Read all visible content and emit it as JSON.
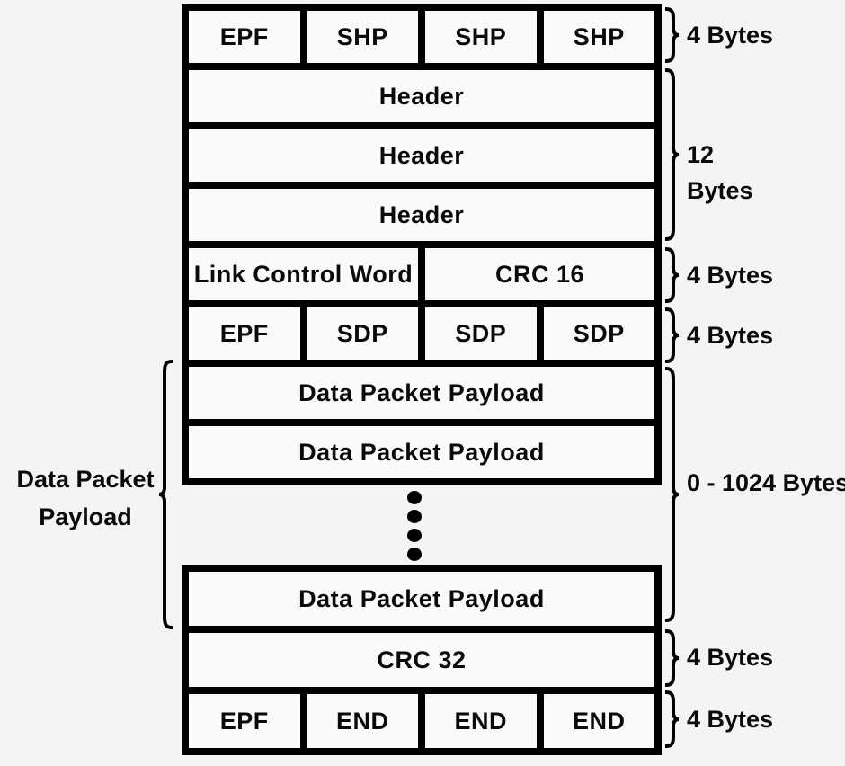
{
  "diagram": {
    "upper_rows": [
      {
        "cells": [
          "EPF",
          "SHP",
          "SHP",
          "SHP"
        ]
      },
      {
        "cells": [
          "Header"
        ]
      },
      {
        "cells": [
          "Header"
        ]
      },
      {
        "cells": [
          "Header"
        ]
      },
      {
        "cells": [
          "Link Control Word",
          "CRC 16"
        ]
      },
      {
        "cells": [
          "EPF",
          "SDP",
          "SDP",
          "SDP"
        ]
      },
      {
        "cells": [
          "Data Packet Payload"
        ]
      },
      {
        "cells": [
          "Data Packet Payload"
        ]
      }
    ],
    "lower_rows": [
      {
        "cells": [
          "Data Packet Payload"
        ]
      },
      {
        "cells": [
          "CRC 32"
        ]
      },
      {
        "cells": [
          "EPF",
          "END",
          "END",
          "END"
        ]
      }
    ],
    "ellipsis_dots": 4,
    "left_annotation": "Data Packet Payload",
    "right_annotations": [
      "4 Bytes",
      "12 Bytes",
      "4 Bytes",
      "4 Bytes",
      "0 - 1024 Bytes",
      "4 Bytes",
      "4 Bytes"
    ],
    "colors": {
      "border": "#000000",
      "cell_background": "#fbfafa",
      "canvas_background": "#f5f4f4",
      "text": "#0a0a0a"
    }
  }
}
